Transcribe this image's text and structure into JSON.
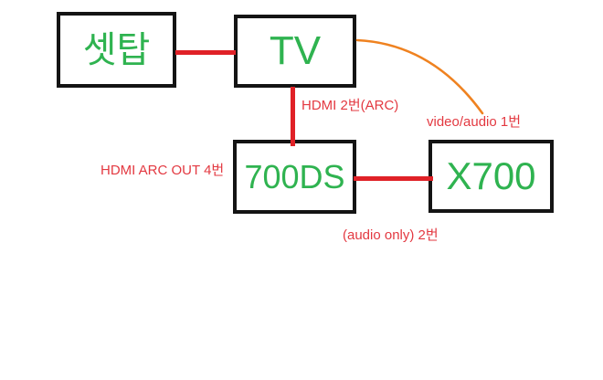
{
  "diagram": {
    "type": "device-connection-diagram",
    "nodes": {
      "settop": {
        "label": "셋탑"
      },
      "tv": {
        "label": "TV"
      },
      "receiver_700ds": {
        "label": "700DS"
      },
      "player_x700": {
        "label": "X700"
      }
    },
    "edge_labels": {
      "hdmi_arc": "HDMI 2번(ARC)",
      "video_audio": "video/audio 1번",
      "hdmi_arc_out": "HDMI ARC OUT 4번",
      "audio_only": "(audio only) 2번"
    },
    "connections": [
      {
        "from": "셋탑",
        "to": "TV",
        "style": "red-line"
      },
      {
        "from": "TV",
        "to": "700DS",
        "style": "red-line",
        "label": "HDMI 2번(ARC)"
      },
      {
        "from": "700DS",
        "to": "X700",
        "style": "red-line",
        "label": "(audio only) 2번"
      },
      {
        "from": "TV",
        "to": "X700 area",
        "style": "orange-curve",
        "label": "video/audio 1번"
      }
    ],
    "colors": {
      "background": "#ffffff",
      "box_border": "#141414",
      "device_text": "#2fb350",
      "line_red": "#e02127",
      "line_orange": "#ef8220",
      "label_red": "#e33941"
    }
  }
}
